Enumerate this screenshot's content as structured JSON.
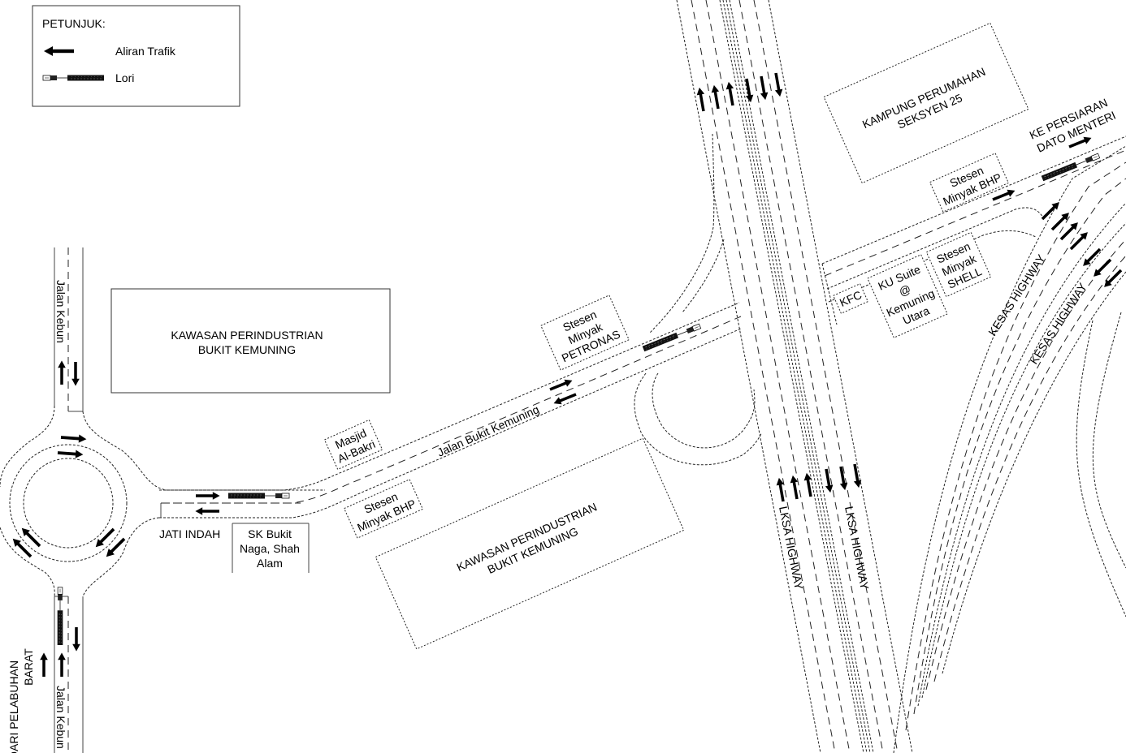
{
  "legend": {
    "title": "PETUNJUK:",
    "items": [
      {
        "icon": "traffic-arrow-icon",
        "label": "Aliran Trafik"
      },
      {
        "icon": "lorry-icon",
        "label": "Lori"
      }
    ]
  },
  "areas": {
    "industrial_north": [
      "KAWASAN PERINDUSTRIAN",
      "BUKIT KEMUNING"
    ],
    "industrial_south": [
      "KAWASAN PERINDUSTRIAN",
      "BUKIT KEMUNING"
    ],
    "kampung": [
      "KAMPUNG PERUMAHAN",
      "SEKSYEN 25"
    ]
  },
  "places": {
    "masjid": [
      "Masjid",
      "Al-Bakri"
    ],
    "bhp_west": [
      "Stesen",
      "Minyak BHP"
    ],
    "petronas": [
      "Stesen",
      "Minyak",
      "PETRONAS"
    ],
    "bhp_east": [
      "Stesen",
      "Minyak BHP"
    ],
    "kfc": "KFC",
    "ku_suite": [
      "KU Suite",
      "@",
      "Kemuning",
      "Utara"
    ],
    "shell": [
      "Stesen",
      "Minyak",
      "SHELL"
    ],
    "jati_indah": "JATI INDAH",
    "sk_bukit_naga": [
      "SK Bukit",
      "Naga, Shah",
      "Alam"
    ]
  },
  "roads": {
    "jalan_kebun_north": "Jalan Kebun",
    "jalan_kebun_south": "Jalan Kebun",
    "jalan_bukit_kemuning": "Jalan Bukit Kemuning",
    "lksa_1": "LKSA HIGHWAY",
    "lksa_2": "LKSA HIGHWAY",
    "kesas_1": "KESAS HIGHWAY",
    "kesas_2": "KESAS HIGHWAY"
  },
  "directions": {
    "from_west_port": [
      "DARI PELABUHAN",
      "BARAT"
    ],
    "to_persiaran": [
      "KE PERSIARAN",
      "DATO MENTERI"
    ]
  }
}
